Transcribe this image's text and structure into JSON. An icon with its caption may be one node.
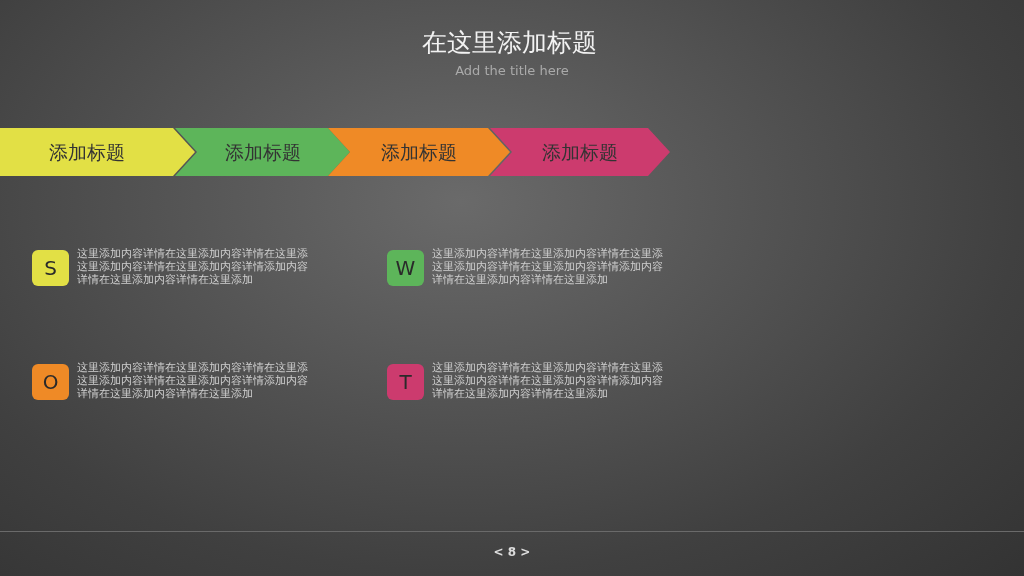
{
  "diagram": {
    "title": "在这里添加标题",
    "nodes": [
      {
        "text": [
          "添加标题"
        ]
      },
      {
        "text": [
          "添加标题"
        ]
      },
      {
        "text": [
          "添加标题"
        ]
      },
      {
        "text": [
          "添加标题"
        ]
      },
      {
        "text": [
          "S"
        ],
        "beside": [
          "这里添加内容详情在这里添加内容详情在这里添这里添加内容详情在这里添加内容详情添加内容详情在这里添加内容详情在这里添加"
        ]
      },
      {
        "text": [
          "W"
        ],
        "beside": [
          "这里添加内容详情在这里添加内容详情在这里添这里添加内容详情在这里添加内容详情添加内容详情在这里添加内容详情在这里添加"
        ]
      },
      {
        "text": [
          "O"
        ],
        "beside": [
          "这里添加内容详情在这里添加内容详情在这里添这里添加内容详情在这里添加内容详情添加内容详情在这里添加内容详情在这里添加"
        ]
      },
      {
        "text": [
          "T"
        ],
        "beside": [
          "这里添加内容详情在这里添加内容详情在这里添这里添加内容详情在这里添加内容详情添加内容详情在这里添加内容详情在这里添加"
        ]
      }
    ],
    "labels": [
      "Add the title here",
      "< 8 >"
    ]
  }
}
